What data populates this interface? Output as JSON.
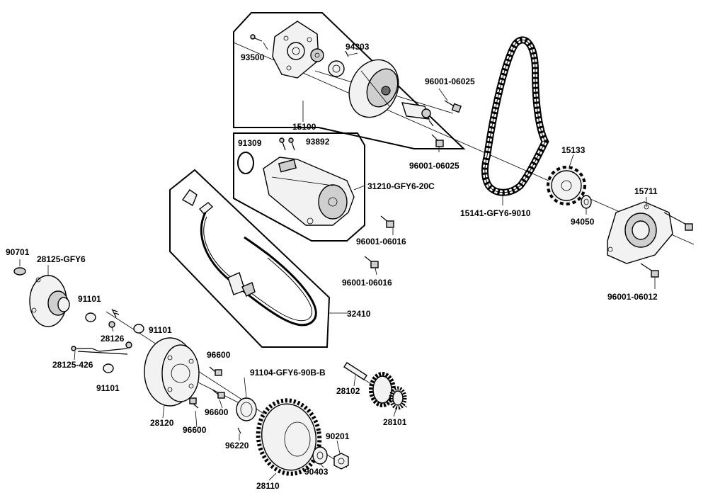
{
  "parts": {
    "p15100": "15100",
    "p93500": "93500",
    "p94303": "94303",
    "p96001_06025_a": "96001-06025",
    "p96001_06025_b": "96001-06025",
    "p91309": "91309",
    "p93892": "93892",
    "p31210": "31210-GFY6-20C",
    "p15133": "15133",
    "p15711": "15711",
    "p15141": "15141-GFY6-9010",
    "p94050": "94050",
    "p96001_06016_a": "96001-06016",
    "p96001_06016_b": "96001-06016",
    "p96001_06012": "96001-06012",
    "p32410": "32410",
    "p90701": "90701",
    "p28125_gfy6": "28125-GFY6",
    "p91101_a": "91101",
    "p91101_b": "91101",
    "p91101_c": "91101",
    "p28126": "28126",
    "p28125_426": "28125-426",
    "p96600_a": "96600",
    "p96600_b": "96600",
    "p96600_c": "96600",
    "p91104": "91104-GFY6-90B-B",
    "p28120": "28120",
    "p96220": "96220",
    "p28102": "28102",
    "p28101": "28101",
    "p90201": "90201",
    "p90403": "90403",
    "p28110": "28110"
  }
}
